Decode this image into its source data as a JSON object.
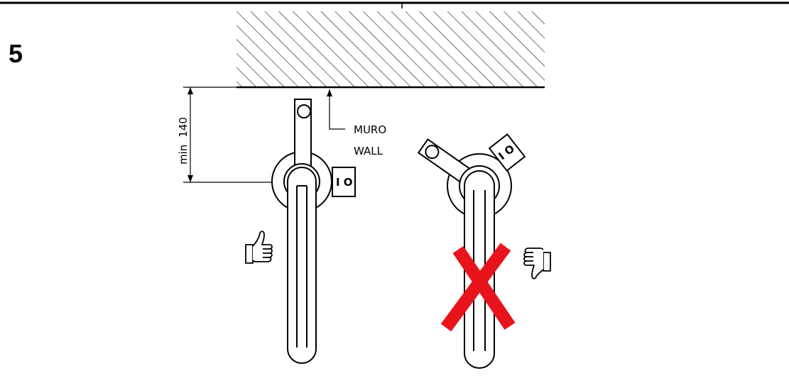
{
  "step_number": "5",
  "wall_label_it": "MURO",
  "wall_label_en": "WALL",
  "dimension": {
    "prefix": "min",
    "value": "140"
  },
  "lever_symbol": "I O",
  "correct_icon": "thumbs-up-icon",
  "wrong_icon": "thumbs-down-icon",
  "wrong_mark": "x-mark-icon",
  "colors": {
    "line": "#000000",
    "wrong_mark": "#e8141c",
    "background": "#ffffff"
  }
}
